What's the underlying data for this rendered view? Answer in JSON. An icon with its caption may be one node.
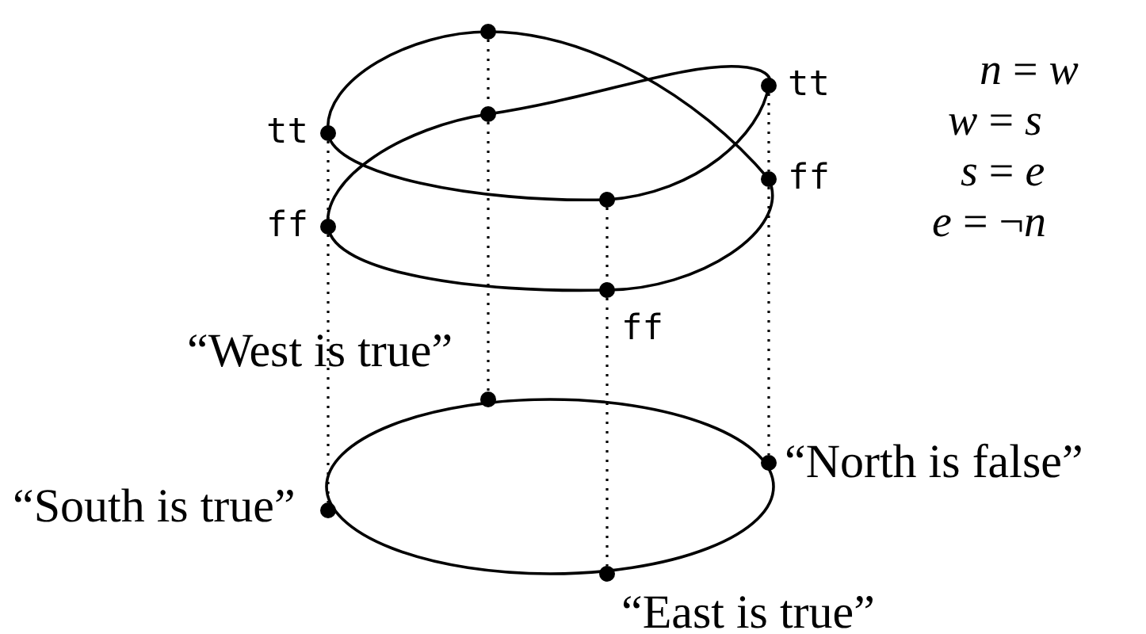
{
  "diagram": {
    "nodes": [
      {
        "text": [],
        "shape": "circle"
      },
      {
        "text": [],
        "shape": "circle",
        "beside": [
          "tt"
        ]
      },
      {
        "text": [],
        "shape": "circle"
      },
      {
        "text": [],
        "shape": "circle",
        "beside": [
          "tt"
        ]
      },
      {
        "text": [],
        "shape": "circle",
        "beside": [
          "ff"
        ]
      },
      {
        "text": [],
        "shape": "circle"
      },
      {
        "text": [],
        "shape": "circle",
        "beside": [
          "ff"
        ]
      },
      {
        "text": [],
        "shape": "circle",
        "beside": [
          "ff"
        ]
      },
      {
        "text": [],
        "shape": "circle",
        "beside": [
          "“West is true”"
        ]
      },
      {
        "text": [],
        "shape": "circle",
        "beside": [
          "“North is false”"
        ]
      },
      {
        "text": [],
        "shape": "circle",
        "beside": [
          "“South is true”"
        ]
      },
      {
        "text": [],
        "shape": "circle",
        "beside": [
          "“East is true”"
        ]
      }
    ],
    "edges": [
      {
        "from": 0,
        "to": 2,
        "arrow": "none"
      },
      {
        "from": 2,
        "to": 8,
        "arrow": "none"
      },
      {
        "from": 3,
        "to": 6,
        "arrow": "none"
      },
      {
        "from": 6,
        "to": 10,
        "arrow": "none"
      },
      {
        "from": 1,
        "to": 4,
        "arrow": "none"
      },
      {
        "from": 4,
        "to": 9,
        "arrow": "none"
      },
      {
        "from": 5,
        "to": 7,
        "arrow": "none"
      },
      {
        "from": 7,
        "to": 11,
        "arrow": "none"
      }
    ],
    "labels": [
      "*n* = *w*",
      "*w* = *s*",
      "*s* = *e*",
      "*e* = ¬*n*"
    ]
  }
}
